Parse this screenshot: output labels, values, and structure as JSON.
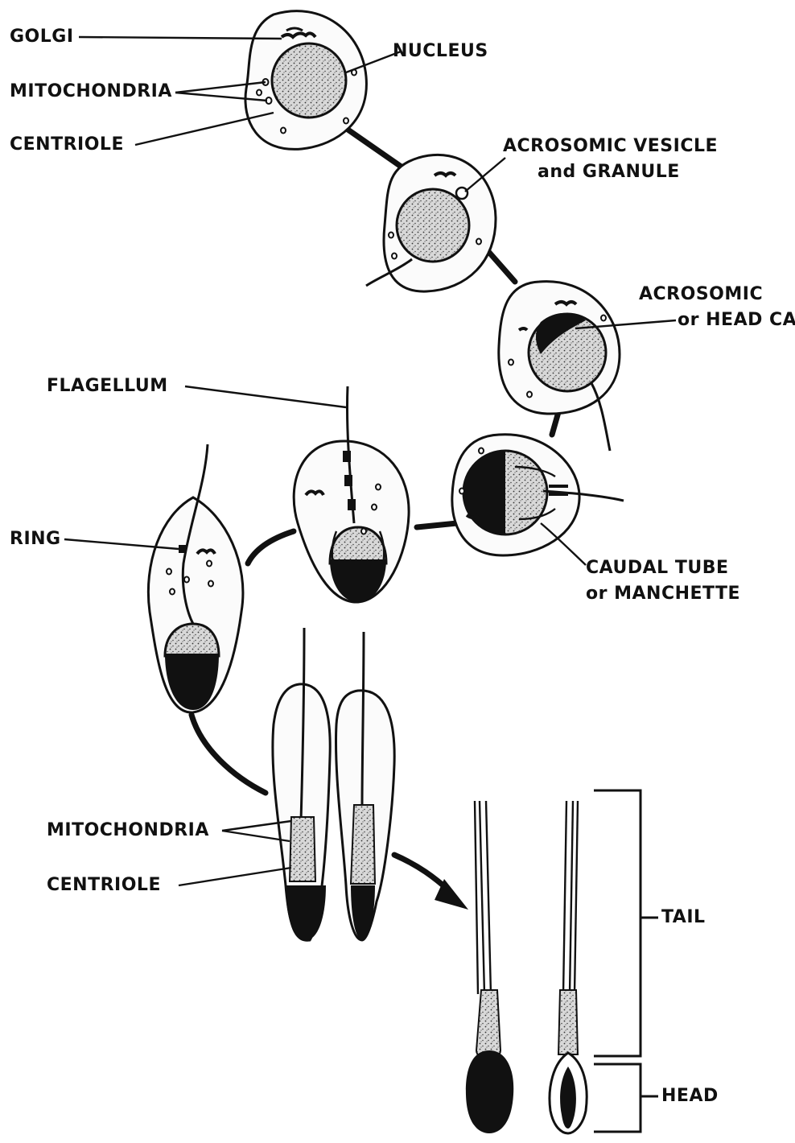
{
  "labels": {
    "golgi": "GOLGI",
    "nucleus": "NUCLEUS",
    "mitochondria_top": "MITOCHONDRIA",
    "centriole_top": "CENTRIOLE",
    "acrosomic_vesicle": "ACROSOMIC VESICLE",
    "and_granule": "and GRANULE",
    "acrosomic": "ACROSOMIC",
    "head_cap": "or HEAD CAP",
    "flagellum": "FLAGELLUM",
    "ring": "RING",
    "caudal_tube": "CAUDAL TUBE",
    "manchette": "or MANCHETTE",
    "mitochondria_bottom": "MITOCHONDRIA",
    "centriole_bottom": "CENTRIOLE",
    "tail": "TAIL",
    "head": "HEAD"
  },
  "colors": {
    "ink": "#111111",
    "paper": "#ffffff"
  }
}
